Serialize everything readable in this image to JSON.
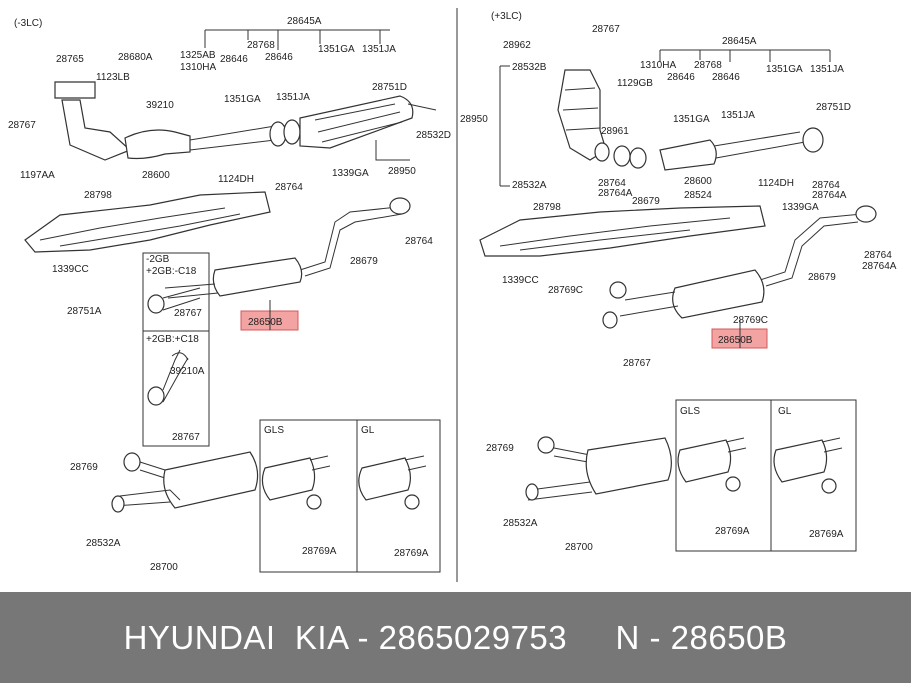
{
  "left_section": {
    "title": "(-3LC)",
    "labels": [
      "28645A",
      "28765",
      "28680A",
      "1325AB",
      "1310HA",
      "28646",
      "28768",
      "28646",
      "1351GA",
      "1351JA",
      "1123LB",
      "1351GA",
      "1351JA",
      "28751D",
      "39210",
      "28767",
      "28532D",
      "1197AA",
      "28600",
      "1124DH",
      "28764",
      "1339GA",
      "28950",
      "28798",
      "28764",
      "28679",
      "1339CC",
      "28751A",
      "28650B",
      "28767",
      "39210A",
      "28767",
      "28769",
      "28532A",
      "28700",
      "28769A",
      "28769A"
    ],
    "inset_top_lines": [
      "-2GB",
      "+2GB:-C18"
    ],
    "inset_bottom_lines": [
      "+2GB:+C18"
    ],
    "variant_labels": [
      "GLS",
      "GL"
    ]
  },
  "right_section": {
    "title": "(+3LC)",
    "labels": [
      "28767",
      "28962",
      "28645A",
      "28532B",
      "1129GB",
      "1310HA",
      "28646",
      "28768",
      "28646",
      "1351GA",
      "1351JA",
      "28950",
      "28751D",
      "1351GA",
      "1351JA",
      "28961",
      "28532A",
      "28764",
      "28764A",
      "28679",
      "28524",
      "28600",
      "1124DH",
      "28764",
      "28764A",
      "1339GA",
      "28798",
      "28764",
      "28764A",
      "1339CC",
      "28769C",
      "28679",
      "28769C",
      "28650B",
      "28767",
      "28769",
      "28532A",
      "28700",
      "28769A",
      "28769A"
    ],
    "variant_labels": [
      "GLS",
      "GL"
    ]
  },
  "highlight_part": "28650B",
  "highlight_color": "#f4a3a3",
  "footer": {
    "text": "HYUNDAI  KIA - 2865029753     N - 28650B"
  }
}
